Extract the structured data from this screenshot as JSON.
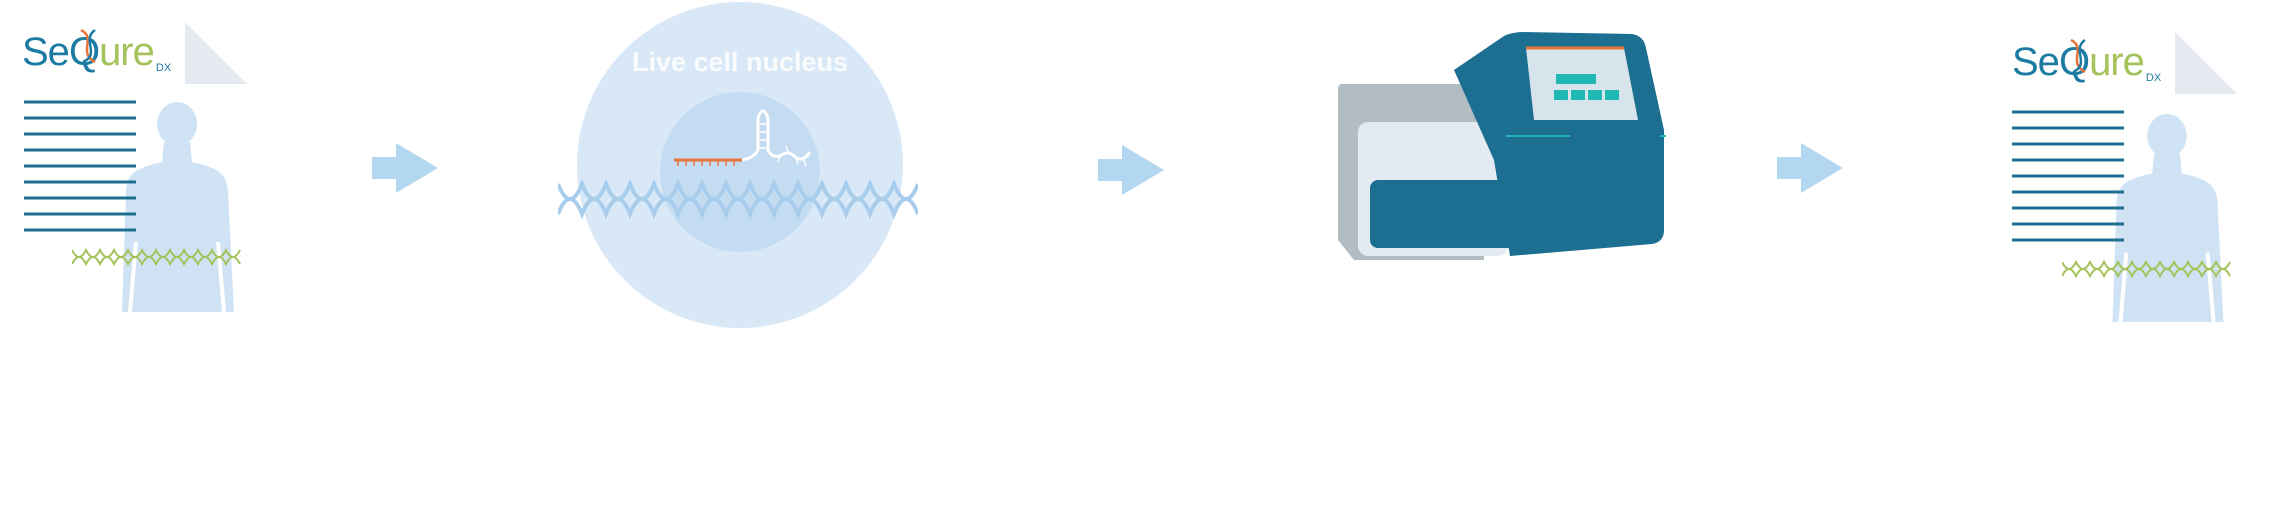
{
  "panel1": {
    "logo": {
      "part1": "Se",
      "part2": "Q",
      "part3": "ure",
      "suffix": "DX"
    },
    "icons": [
      "document-icon",
      "person-silhouette-icon",
      "dna-strand-icon"
    ]
  },
  "panel2": {
    "nucleus_label": "Live cell nucleus",
    "icons": [
      "nucleus-icon",
      "guide-rna-icon",
      "dna-helix-icon"
    ]
  },
  "panel3": {
    "icons": [
      "sequencer-machine-icon"
    ]
  },
  "panel4": {
    "logo": {
      "part1": "Se",
      "part2": "Q",
      "part3": "ure",
      "suffix": "DX"
    },
    "icons": [
      "document-icon",
      "person-silhouette-icon",
      "dna-strand-icon"
    ]
  },
  "colors": {
    "brand_blue": "#1c7ba3",
    "brand_green": "#a5c35c",
    "light_blue": "#cfe3f5",
    "arrow_blue": "#b3d7f0",
    "machine_teal": "#1c6f90",
    "accent_orange": "#e8743b"
  }
}
